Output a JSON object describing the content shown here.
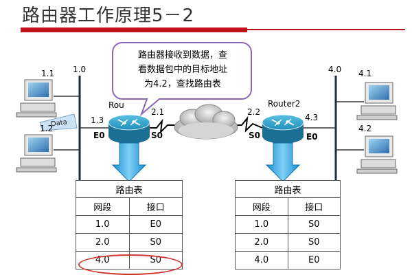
{
  "title": "路由器工作原理5－2",
  "callout": {
    "line1": "路由器接收到数据，查",
    "line2": "看数据包中的目标地址",
    "line3": "为4.2，查找路由表"
  },
  "labels": {
    "net1": "1.0",
    "net4": "4.0",
    "host11": "1.1",
    "host12": "1.2",
    "host41": "4.1",
    "host42": "4.2",
    "r1_if_e0_ip": "1.3",
    "r1_e0": "E0",
    "r1_name": "Rou",
    "r1_s0_ip": "2.1",
    "r1_s0": "S0",
    "r2_s0_ip": "2.2",
    "r2_s0": "S0",
    "r2_name": "Router2",
    "r2_e0_ip": "4.3",
    "r2_e0": "E0",
    "packet": "Data"
  },
  "table1": {
    "caption": "路由表",
    "headers": [
      "网段",
      "接口"
    ],
    "rows": [
      [
        "1.0",
        "E0"
      ],
      [
        "2.0",
        "S0"
      ],
      [
        "4.0",
        "S0"
      ]
    ]
  },
  "table2": {
    "caption": "路由表",
    "headers": [
      "网段",
      "接口"
    ],
    "rows": [
      [
        "1.0",
        "S0"
      ],
      [
        "2.0",
        "S0"
      ],
      [
        "4.0",
        "E0"
      ]
    ]
  },
  "colors": {
    "accent_red": "#c0101c",
    "router_blue": "#1f8fb8",
    "arrow_blue": "#1b8fd0",
    "highlight_ellipse": "#d0352b"
  }
}
